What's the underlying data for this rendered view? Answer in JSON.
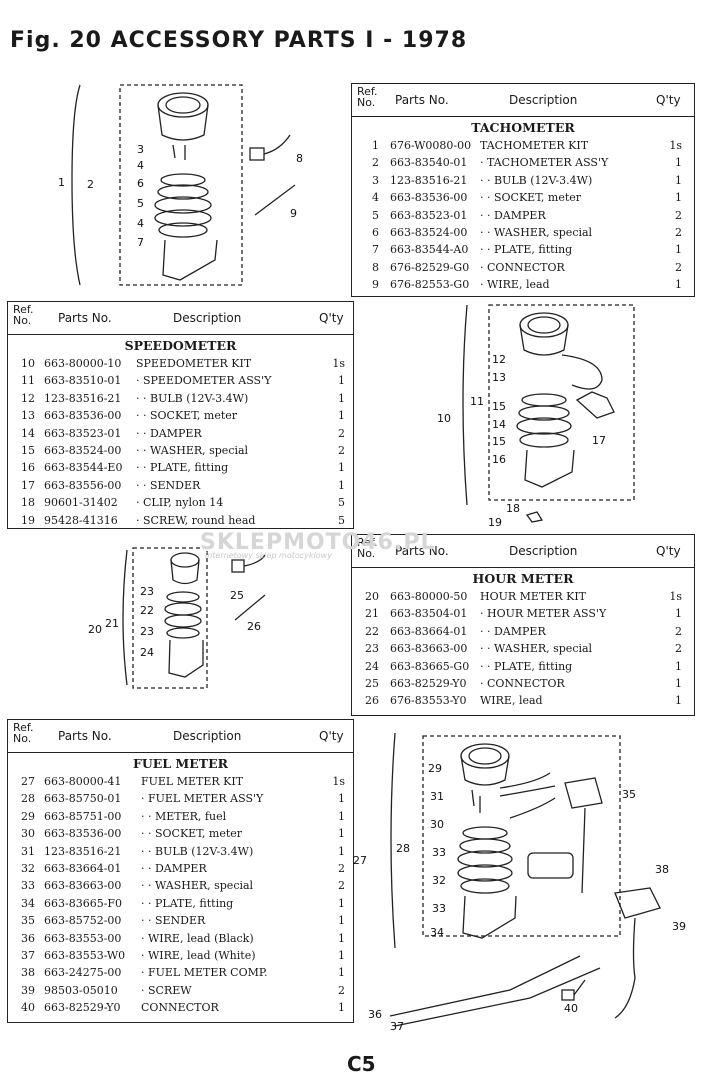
{
  "title": "Fig. 20  ACCESSORY  PARTS I - 1978",
  "page_number": "C5",
  "watermark": {
    "text": "SKLEPMOTO46.PL",
    "tagline": "internetowy sklep motocyklowy"
  },
  "columns": {
    "ref": "Ref. No.",
    "parts": "Parts No.",
    "desc": "Description",
    "qty": "Q'ty"
  },
  "tachometer": {
    "heading": "TACHOMETER",
    "rows": [
      {
        "ref": "1",
        "part": "676-W0080-00",
        "desc": "TACHOMETER KIT",
        "qty": "1s"
      },
      {
        "ref": "2",
        "part": "663-83540-01",
        "desc": "· TACHOMETER ASS'Y",
        "qty": "1"
      },
      {
        "ref": "3",
        "part": "123-83516-21",
        "desc": "· · BULB (12V-3.4W)",
        "qty": "1"
      },
      {
        "ref": "4",
        "part": "663-83536-00",
        "desc": "· · SOCKET, meter",
        "qty": "1"
      },
      {
        "ref": "5",
        "part": "663-83523-01",
        "desc": "· · DAMPER",
        "qty": "2"
      },
      {
        "ref": "6",
        "part": "663-83524-00",
        "desc": "· · WASHER, special",
        "qty": "2"
      },
      {
        "ref": "7",
        "part": "663-83544-A0",
        "desc": "· · PLATE, fitting",
        "qty": "1"
      },
      {
        "ref": "8",
        "part": "676-82529-G0",
        "desc": "· CONNECTOR",
        "qty": "2"
      },
      {
        "ref": "9",
        "part": "676-82553-G0",
        "desc": "· WIRE, lead",
        "qty": "1"
      }
    ]
  },
  "speedometer": {
    "heading": "SPEEDOMETER",
    "rows": [
      {
        "ref": "10",
        "part": "663-80000-10",
        "desc": "SPEEDOMETER KIT",
        "qty": "1s"
      },
      {
        "ref": "11",
        "part": "663-83510-01",
        "desc": "· SPEEDOMETER ASS'Y",
        "qty": "1"
      },
      {
        "ref": "12",
        "part": "123-83516-21",
        "desc": "· · BULB (12V-3.4W)",
        "qty": "1"
      },
      {
        "ref": "13",
        "part": "663-83536-00",
        "desc": "· · SOCKET, meter",
        "qty": "1"
      },
      {
        "ref": "14",
        "part": "663-83523-01",
        "desc": "· · DAMPER",
        "qty": "2"
      },
      {
        "ref": "15",
        "part": "663-83524-00",
        "desc": "· · WASHER, special",
        "qty": "2"
      },
      {
        "ref": "16",
        "part": "663-83544-E0",
        "desc": "· · PLATE, fitting",
        "qty": "1"
      },
      {
        "ref": "17",
        "part": "663-83556-00",
        "desc": "· · SENDER",
        "qty": "1"
      },
      {
        "ref": "18",
        "part": "90601-31402",
        "desc": "· CLIP, nylon 14",
        "qty": "5"
      },
      {
        "ref": "19",
        "part": "95428-41316",
        "desc": "· SCREW, round head",
        "qty": "5"
      }
    ]
  },
  "hourmeter": {
    "heading": "HOUR METER",
    "rows": [
      {
        "ref": "20",
        "part": "663-80000-50",
        "desc": "HOUR METER KIT",
        "qty": "1s"
      },
      {
        "ref": "21",
        "part": "663-83504-01",
        "desc": "· HOUR METER ASS'Y",
        "qty": "1"
      },
      {
        "ref": "22",
        "part": "663-83664-01",
        "desc": "· · DAMPER",
        "qty": "2"
      },
      {
        "ref": "23",
        "part": "663-83663-00",
        "desc": "· · WASHER, special",
        "qty": "2"
      },
      {
        "ref": "24",
        "part": "663-83665-G0",
        "desc": "· · PLATE, fitting",
        "qty": "1"
      },
      {
        "ref": "25",
        "part": "663-82529-Y0",
        "desc": "· CONNECTOR",
        "qty": "1"
      },
      {
        "ref": "26",
        "part": "676-83553-Y0",
        "desc": "WIRE, lead",
        "qty": "1"
      }
    ]
  },
  "fuelmeter": {
    "heading": "FUEL METER",
    "rows": [
      {
        "ref": "27",
        "part": "663-80000-41",
        "desc": "FUEL METER KIT",
        "qty": "1s"
      },
      {
        "ref": "28",
        "part": "663-85750-01",
        "desc": "· FUEL METER ASS'Y",
        "qty": "1"
      },
      {
        "ref": "29",
        "part": "663-85751-00",
        "desc": "· · METER, fuel",
        "qty": "1"
      },
      {
        "ref": "30",
        "part": "663-83536-00",
        "desc": "· · SOCKET, meter",
        "qty": "1"
      },
      {
        "ref": "31",
        "part": "123-83516-21",
        "desc": "· · BULB (12V-3.4W)",
        "qty": "1"
      },
      {
        "ref": "32",
        "part": "663-83664-01",
        "desc": "· · DAMPER",
        "qty": "2"
      },
      {
        "ref": "33",
        "part": "663-83663-00",
        "desc": "· · WASHER, special",
        "qty": "2"
      },
      {
        "ref": "34",
        "part": "663-83665-F0",
        "desc": "· · PLATE, fitting",
        "qty": "1"
      },
      {
        "ref": "35",
        "part": "663-85752-00",
        "desc": "· · SENDER",
        "qty": "1"
      },
      {
        "ref": "36",
        "part": "663-83553-00",
        "desc": "· WIRE, lead (Black)",
        "qty": "1"
      },
      {
        "ref": "37",
        "part": "663-83553-W0",
        "desc": "· WIRE, lead (White)",
        "qty": "1"
      },
      {
        "ref": "38",
        "part": "663-24275-00",
        "desc": "· FUEL METER COMP.",
        "qty": "1"
      },
      {
        "ref": "39",
        "part": "98503-05010",
        "desc": "· SCREW",
        "qty": "2"
      },
      {
        "ref": "40",
        "part": "663-82529-Y0",
        "desc": "CONNECTOR",
        "qty": "1"
      }
    ]
  },
  "labels": {
    "tach": [
      "1",
      "2",
      "3",
      "4",
      "6",
      "5",
      "4",
      "7",
      "8",
      "9"
    ],
    "speed": [
      "10",
      "11",
      "12",
      "13",
      "15",
      "14",
      "15",
      "16",
      "17",
      "18",
      "19"
    ],
    "hour": [
      "20",
      "21",
      "23",
      "22",
      "23",
      "24",
      "25",
      "26"
    ],
    "fuel": [
      "27",
      "28",
      "29",
      "31",
      "30",
      "33",
      "32",
      "33",
      "34",
      "35",
      "36",
      "37",
      "38",
      "39",
      "40"
    ]
  }
}
